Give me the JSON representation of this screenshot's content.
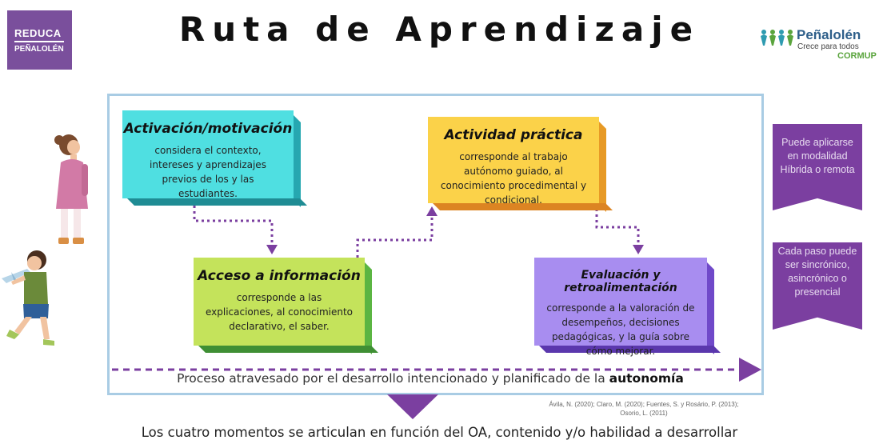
{
  "header": {
    "title": "Ruta de Aprendizaje",
    "logo_left": {
      "line1": "REDUCA",
      "line2": "PEÑALOLÉN"
    },
    "logo_right": {
      "name": "Peñalolén",
      "tagline": "Crece para todos",
      "org": "CORMUP"
    }
  },
  "steps": [
    {
      "title": "Activación/motivación",
      "text": "considera el contexto, intereses y aprendizajes previos de los y las estudiantes."
    },
    {
      "title": "Acceso a información",
      "text": "corresponde a las explicaciones, al conocimiento declarativo, el saber."
    },
    {
      "title": "Actividad práctica",
      "text": "corresponde al trabajo autónomo guiado, al conocimiento procedimental y condicional."
    },
    {
      "title": "Evaluación y retroalimentación",
      "text": "corresponde a la valoración de desempeños, decisiones pedagógicas, y la guía sobre cómo mejorar."
    }
  ],
  "process": {
    "text": "Proceso atravesado por el desarrollo intencionado y planificado de la",
    "emphasis": "autonomía"
  },
  "side_notes": [
    "Puede aplicarse en modalidad Híbrida o remota",
    "Cada paso puede ser sincrónico, asincrónico o presencial"
  ],
  "citation": {
    "line1": "Ávila, N. (2020); Claro, M. (2020); Fuentes, S. y Rosário, P. (2013);",
    "line2": "Osorio, L. (2011)"
  },
  "footer": {
    "text": "Los cuatro momentos se articulan en función del OA, contenido y/o habilidad a desarrollar"
  },
  "colors": {
    "activacion": "#4fdfe1",
    "practica": "#fbd249",
    "acceso": "#c4e35b",
    "evaluacion": "#a88df0",
    "connector": "#7b3fa0",
    "frame": "#a9cce4",
    "ribbon": "#7b3fa0"
  },
  "icons": [
    "girl-illustration",
    "boy-airplane-illustration",
    "people-logo-icon"
  ]
}
